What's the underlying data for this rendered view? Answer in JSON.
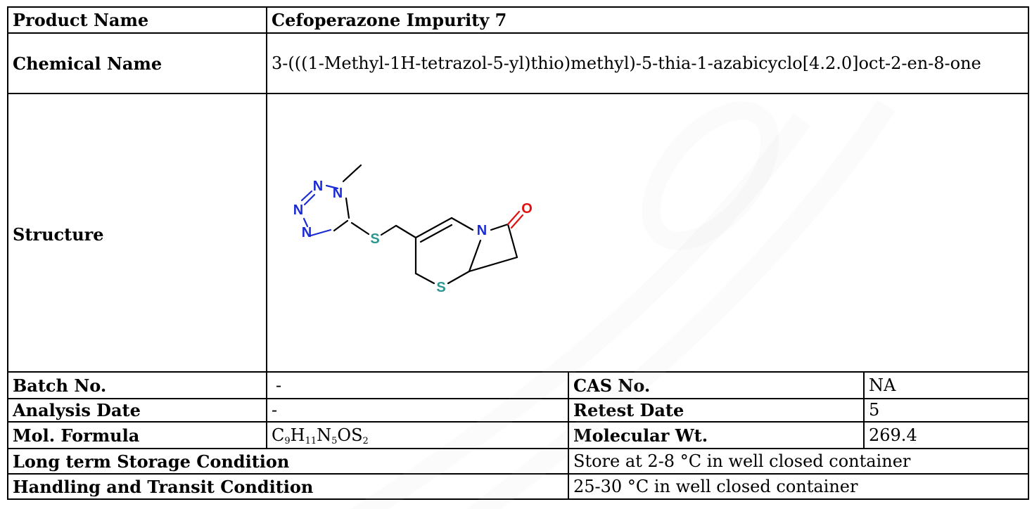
{
  "product": {
    "label": "Product Name",
    "value": "Cefoperazone Impurity 7"
  },
  "chemical": {
    "label": "Chemical Name",
    "value": "3-(((1-Methyl-1H-tetrazol-5-yl)thio)methyl)-5-thia-1-azabicyclo[4.2.0]oct-2-en-8-one"
  },
  "structure": {
    "label": "Structure",
    "atoms": {
      "n": "N",
      "s": "S",
      "o": "O"
    },
    "colors": {
      "nitrogen": "#1a2bd6",
      "sulfur": "#2c968f",
      "oxygen": "#e01010",
      "bond": "#000000"
    }
  },
  "batch": {
    "label": "Batch No.",
    "value": "-"
  },
  "cas": {
    "label": "CAS No.",
    "value": "NA"
  },
  "analysis_date": {
    "label": "Analysis Date",
    "value": "-"
  },
  "retest_date": {
    "label": "Retest Date",
    "value": "5"
  },
  "formula": {
    "label": "Mol. Formula",
    "parts": [
      {
        "el": "C",
        "n": "9"
      },
      {
        "el": "H",
        "n": "11"
      },
      {
        "el": "N",
        "n": "5"
      },
      {
        "el": "OS",
        "n": "2"
      }
    ]
  },
  "mol_wt": {
    "label": "Molecular Wt.",
    "value": "269.4"
  },
  "storage": {
    "label": "Long term Storage Condition",
    "value": "Store at 2-8 °C in well closed container"
  },
  "handling": {
    "label": "Handling and Transit Condition",
    "value": "25-30 °C in well closed container"
  }
}
